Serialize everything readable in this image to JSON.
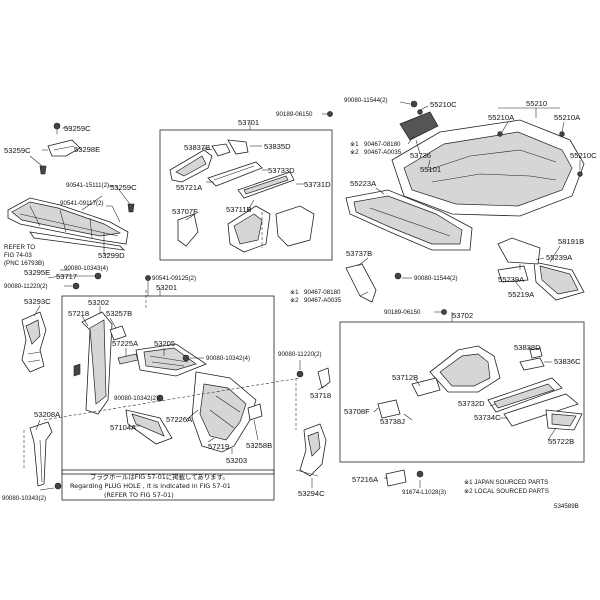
{
  "diagram": {
    "labels": {
      "p53259C_a": "53259C",
      "p53298E": "53298E",
      "p53259C_b": "53259C",
      "p90541_15111": "90541-15111(2)",
      "p53259C_c": "53259C",
      "p90541_09117": "90541-09117(2)",
      "p53299D": "53299D",
      "refer_1": "REFER TO",
      "refer_2": "FIG 74-03",
      "refer_3": "(PNC 16793B)",
      "p53295E": "53295E",
      "p90080_10343_4": "90080-10343(4)",
      "p53717": "53717",
      "p90080_11220_2a": "90080-11220(2)",
      "p53293C": "53293C",
      "p53208A": "53208A",
      "p90080_10343_2": "90080-10343(2)",
      "p53701": "53701",
      "p90189_06150_a": "90189-06150",
      "p53837B": "53837B",
      "p53835D": "53835D",
      "p55721A": "55721A",
      "p53733D": "53733D",
      "p53731D": "53731D",
      "p53707F": "53707F",
      "p53711B": "53711B",
      "p90541_09125": "90541-09125(2)",
      "p53201": "53201",
      "p53202": "53202",
      "p57218": "57218",
      "p53257B": "53257B",
      "p57225A": "57225A",
      "p53205": "53205",
      "p90080_10342_4": "90080-10342(4)",
      "p90080_10342_2": "90080-10342(2)",
      "p57226A": "57226A",
      "p57104A": "57104A",
      "p57219": "57219",
      "p53258B": "53258B",
      "p53203": "53203",
      "p90080_11220_2b": "90080-11220(2)",
      "p53718": "53718",
      "p53294C": "53294C",
      "p90080_11544_a": "90080-11544(2)",
      "p55210C_a": "55210C",
      "p55210": "55210",
      "p55210A_a": "55210A",
      "p55210A_b": "55210A",
      "p55210C_b": "55210C",
      "p90467_08180_a": "90467-08180",
      "p90467_A0035_a": "90467-A0035",
      "p53736": "53736",
      "p55101": "55101",
      "p55223A": "55223A",
      "p58191B": "58191B",
      "p55239A_a": "55239A",
      "p55239A_b": "55239A",
      "p55219A": "55219A",
      "p53737B": "53737B",
      "p90080_11544_b": "90080-11544(2)",
      "p90467_08180_b": "90467-08180",
      "p90467_A0035_b": "90467-A0035",
      "p90189_06150_b": "90189-06150",
      "p53702": "53702",
      "p53838D": "53838D",
      "p53836C": "53836C",
      "p53712B": "53712B",
      "p53708F": "53708F",
      "p53738J": "53738J",
      "p53732D": "53732D",
      "p53734C": "53734C",
      "p55722B": "55722B",
      "p57216A": "57216A",
      "p91674_L1028": "91674-L1028(3)",
      "mark_1a": "※1",
      "mark_2a": "※2",
      "mark_1b": "※1",
      "mark_2b": "※2"
    },
    "note": {
      "line1": "ブラグホールはFIG 57-01に掲載してあります。",
      "line2": "Regarding PLUG HOLE , it is indicated in FIG 57-01",
      "line3": "(REFER TO FIG 57-01)"
    },
    "legend": {
      "line1": "※1 JAPAN SOURCED PARTS",
      "line2": "※2 LOCAL SOURCED PARTS"
    },
    "figure_id": "534589B"
  }
}
